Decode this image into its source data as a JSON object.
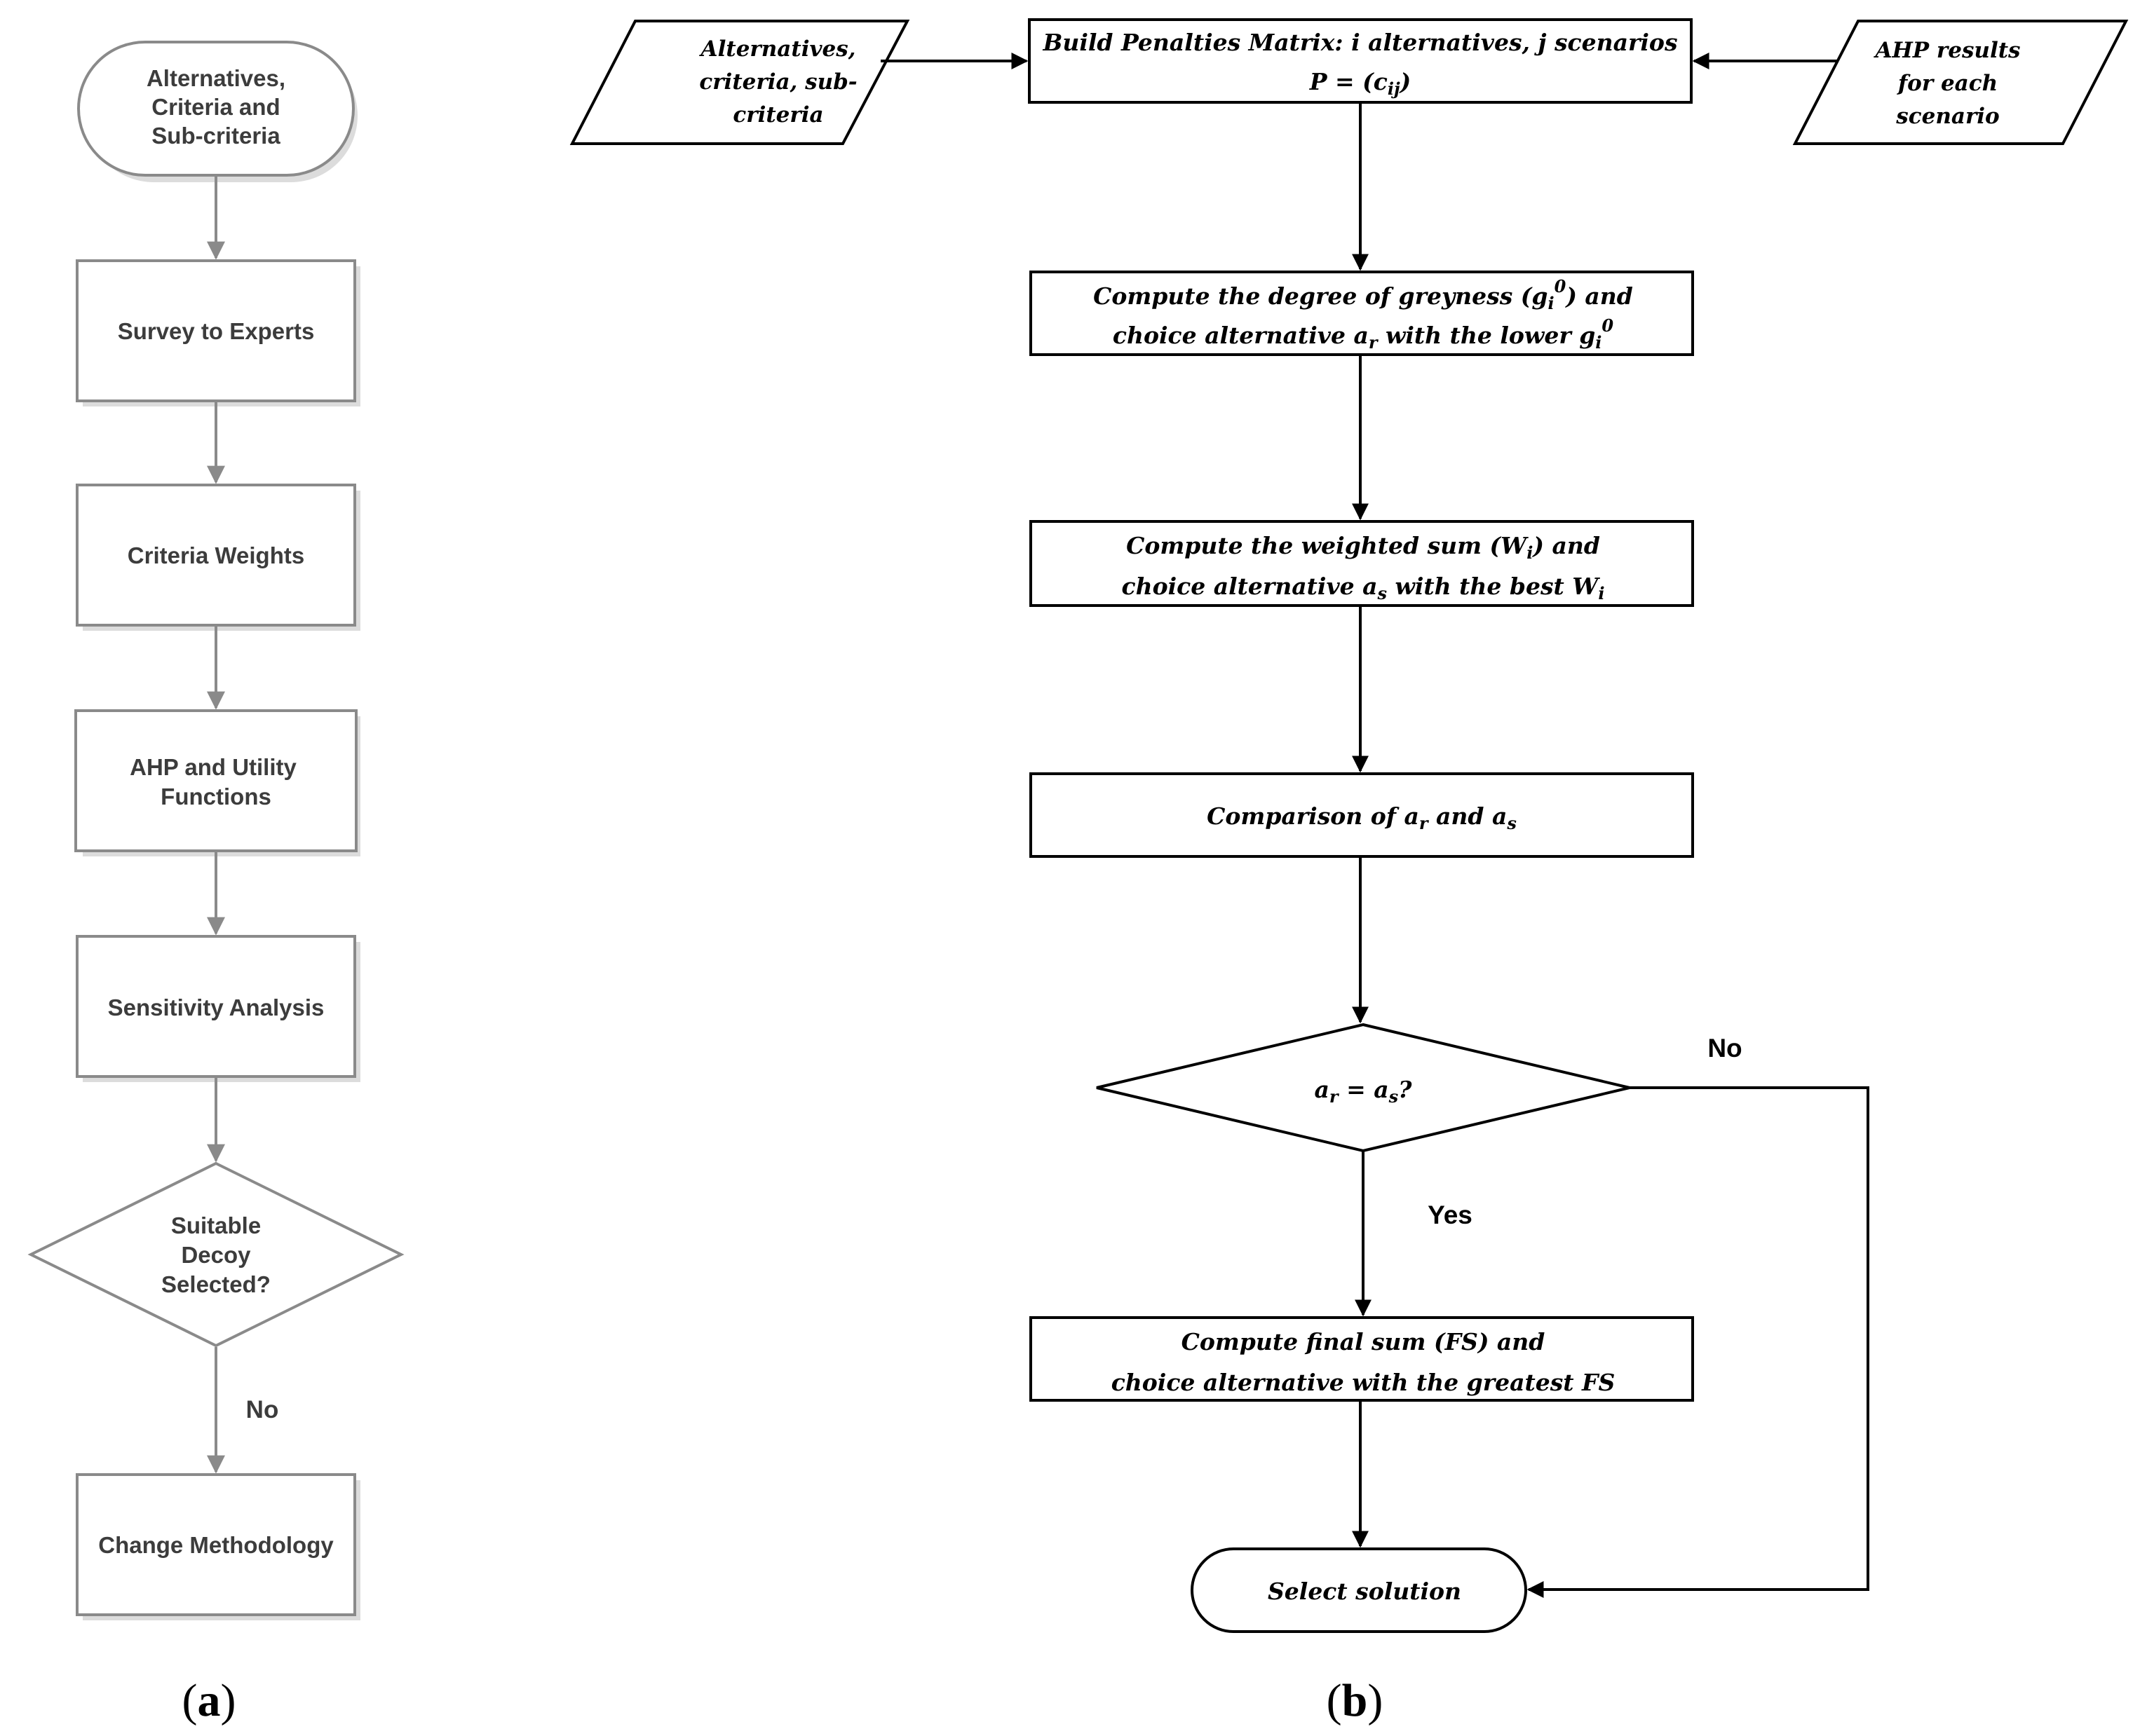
{
  "colors": {
    "a_stroke": "#8a8a8a",
    "a_text": "#3c3c3c",
    "b_stroke": "#000000",
    "b_text": "#000000",
    "shadow": "#d9d9d9",
    "background": "#ffffff"
  },
  "panel_a": {
    "label_open": "(",
    "label_letter": "a",
    "label_close": ")",
    "start": {
      "lines": [
        "Alternatives,",
        "Criteria and",
        "Sub-criteria"
      ]
    },
    "survey": "Survey to Experts",
    "weights": "Criteria Weights",
    "ahp": {
      "lines": [
        "AHP and Utility",
        "Functions"
      ]
    },
    "sensitivity": "Sensitivity Analysis",
    "decision": {
      "lines": [
        "Suitable",
        "Decoy",
        "Selected?"
      ]
    },
    "no_label": "No",
    "change": "Change Methodology"
  },
  "panel_b": {
    "label_open": "(",
    "label_letter": "b",
    "label_close": ")",
    "input_left": {
      "lines": [
        "Alternatives,",
        "criteria, sub-",
        "criteria"
      ]
    },
    "input_right": {
      "lines": [
        "AHP results",
        "for each",
        "scenario"
      ]
    },
    "matrix": {
      "line1": "Build Penalties Matrix: i alternatives, j scenarios",
      "line2_pre": "P = (c",
      "line2_sub": "ij",
      "line2_post": ")"
    },
    "greyness": {
      "l1_pre": "Compute the degree of greyness (g",
      "l1_sub": "i",
      "l1_sup": "0",
      "l1_post": ") and",
      "l2_pre": "choice alternative a",
      "l2_sub": "r",
      "l2_mid": " with the lower g",
      "l2_sub2": "i",
      "l2_sup2": "0"
    },
    "weighted": {
      "l1_pre": "Compute the weighted sum (W",
      "l1_sub": "i",
      "l1_post": ") and",
      "l2_pre": "choice alternative a",
      "l2_sub": "s",
      "l2_mid": " with the best W",
      "l2_sub2": "i"
    },
    "comparison": {
      "pre": "Comparison of a",
      "sub1": "r",
      "mid": " and a",
      "sub2": "s"
    },
    "decision": {
      "pre": "a",
      "sub1": "r",
      "mid": " = a",
      "sub2": "s",
      "post": "?"
    },
    "no_label": "No",
    "yes_label": "Yes",
    "final": {
      "line1": "Compute final sum (FS) and",
      "line2": "choice alternative with the greatest FS"
    },
    "end": "Select solution"
  }
}
